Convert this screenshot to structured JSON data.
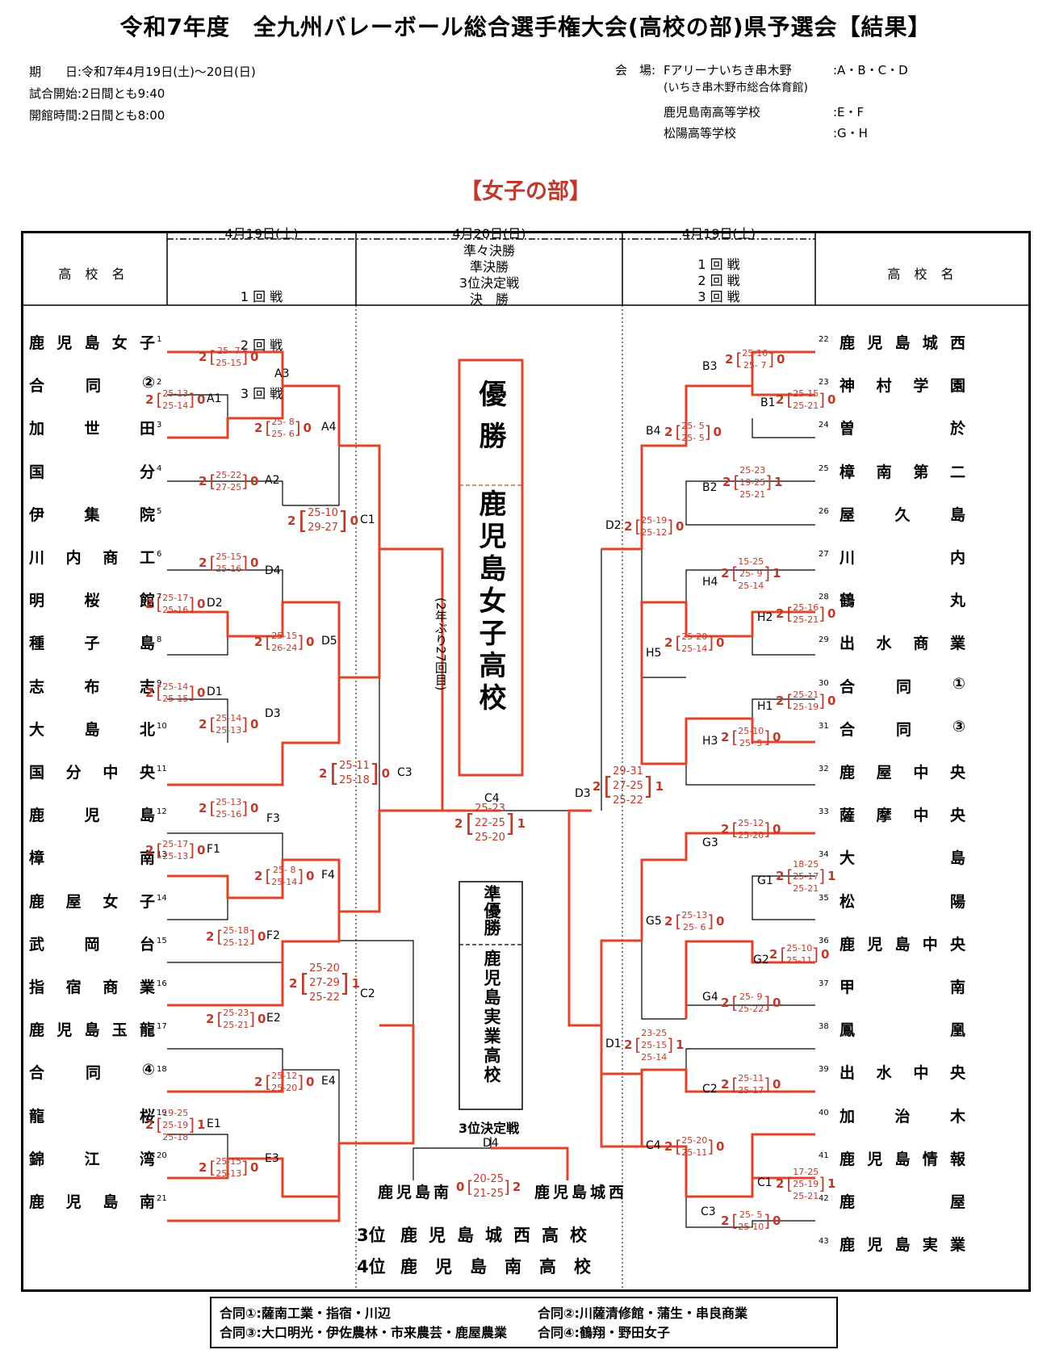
{
  "title": "令和7年度　全九州バレーボール総合選手権大会(高校の部)県予選会【結果】",
  "info_left": [
    "期　　日:令和7年4月19日(土)～20日(日)",
    "試合開始:2日間とも9:40",
    "開館時間:2日間とも8:00"
  ],
  "info_right": {
    "venue_label": "会　場:",
    "venues": [
      {
        "name": "Fアリーナいちき串木野",
        "sub": "(いちき串木野市総合体育館)",
        "courts": ":A・B・C・D"
      },
      {
        "name": "鹿児島南高等学校",
        "sub": "",
        "courts": ":E・F"
      },
      {
        "name": "松陽高等学校",
        "sub": "",
        "courts": ":G・H"
      }
    ]
  },
  "division": "【女子の部】",
  "header": {
    "school_label": "高 校 名",
    "day_left": "4月19日(土)",
    "day_center": "4月20日(日)",
    "day_right": "4月19日(土)",
    "rounds_side": [
      "1 回 戦",
      "2 回 戦",
      "3 回 戦"
    ],
    "rounds_center": [
      "準々決勝",
      "準決勝",
      "3位決定戦",
      "決　勝"
    ]
  },
  "left_schools": [
    {
      "seed": "1",
      "name": "鹿児島女子"
    },
    {
      "seed": "2",
      "name": "合同②"
    },
    {
      "seed": "3",
      "name": "加世田"
    },
    {
      "seed": "4",
      "name": "国分"
    },
    {
      "seed": "5",
      "name": "伊集院"
    },
    {
      "seed": "6",
      "name": "川内商工"
    },
    {
      "seed": "7",
      "name": "明桜館"
    },
    {
      "seed": "8",
      "name": "種子島"
    },
    {
      "seed": "9",
      "name": "志布志"
    },
    {
      "seed": "10",
      "name": "大島北"
    },
    {
      "seed": "11",
      "name": "国分中央"
    },
    {
      "seed": "12",
      "name": "鹿児島"
    },
    {
      "seed": "13",
      "name": "樟南"
    },
    {
      "seed": "14",
      "name": "鹿屋女子"
    },
    {
      "seed": "15",
      "name": "武岡台"
    },
    {
      "seed": "16",
      "name": "指宿商業"
    },
    {
      "seed": "17",
      "name": "鹿児島玉龍"
    },
    {
      "seed": "18",
      "name": "合同④"
    },
    {
      "seed": "19",
      "name": "龍桜"
    },
    {
      "seed": "20",
      "name": "錦江湾"
    },
    {
      "seed": "21",
      "name": "鹿児島南"
    }
  ],
  "right_schools": [
    {
      "seed": "22",
      "name": "鹿児島城西"
    },
    {
      "seed": "23",
      "name": "神村学園"
    },
    {
      "seed": "24",
      "name": "曽於"
    },
    {
      "seed": "25",
      "name": "樟南第二"
    },
    {
      "seed": "26",
      "name": "屋久島"
    },
    {
      "seed": "27",
      "name": "川内"
    },
    {
      "seed": "28",
      "name": "鶴丸"
    },
    {
      "seed": "29",
      "name": "出水商業"
    },
    {
      "seed": "30",
      "name": "合同①"
    },
    {
      "seed": "31",
      "name": "合同③"
    },
    {
      "seed": "32",
      "name": "鹿屋中央"
    },
    {
      "seed": "33",
      "name": "薩摩中央"
    },
    {
      "seed": "34",
      "name": "大島"
    },
    {
      "seed": "35",
      "name": "松陽"
    },
    {
      "seed": "36",
      "name": "鹿児島中央"
    },
    {
      "seed": "37",
      "name": "甲南"
    },
    {
      "seed": "38",
      "name": "鳳凰"
    },
    {
      "seed": "39",
      "name": "出水中央"
    },
    {
      "seed": "40",
      "name": "加治木"
    },
    {
      "seed": "41",
      "name": "鹿児島情報"
    },
    {
      "seed": "42",
      "name": "鹿屋"
    },
    {
      "seed": "43",
      "name": "鹿児島実業"
    }
  ],
  "matches": [
    {
      "id": "A3",
      "w": "2",
      "l": "0",
      "sets": [
        "25- 7",
        "25-15"
      ]
    },
    {
      "id": "A1",
      "w": "2",
      "l": "0",
      "sets": [
        "25-13",
        "25-14"
      ]
    },
    {
      "id": "A4",
      "w": "2",
      "l": "0",
      "sets": [
        "25- 8",
        "25- 6"
      ]
    },
    {
      "id": "A2",
      "w": "2",
      "l": "0",
      "sets": [
        "25-22",
        "27-25"
      ]
    },
    {
      "id": "C1",
      "w": "2",
      "l": "0",
      "sets": [
        "25-10",
        "29-27"
      ]
    },
    {
      "id": "D4",
      "w": "2",
      "l": "0",
      "sets": [
        "25-15",
        "25-16"
      ]
    },
    {
      "id": "D2",
      "w": "2",
      "l": "0",
      "sets": [
        "25-17",
        "25-16"
      ]
    },
    {
      "id": "D5",
      "w": "2",
      "l": "0",
      "sets": [
        "25-15",
        "26-24"
      ]
    },
    {
      "id": "D1",
      "w": "2",
      "l": "0",
      "sets": [
        "25-14",
        "25-15"
      ]
    },
    {
      "id": "D3",
      "w": "2",
      "l": "0",
      "sets": [
        "25-14",
        "25-13"
      ]
    },
    {
      "id": "C3",
      "w": "2",
      "l": "0",
      "sets": [
        "25-11",
        "25-18"
      ]
    },
    {
      "id": "F3",
      "w": "2",
      "l": "0",
      "sets": [
        "25-13",
        "25-16"
      ]
    },
    {
      "id": "F1",
      "w": "2",
      "l": "0",
      "sets": [
        "25-17",
        "25-13"
      ]
    },
    {
      "id": "F4",
      "w": "2",
      "l": "0",
      "sets": [
        "25- 8",
        "25-14"
      ]
    },
    {
      "id": "F2",
      "w": "2",
      "l": "0",
      "sets": [
        "25-18",
        "25-12"
      ]
    },
    {
      "id": "C2",
      "w": "2",
      "l": "1",
      "sets": [
        "25-20",
        "27-29",
        "25-22"
      ]
    },
    {
      "id": "E2",
      "w": "2",
      "l": "0",
      "sets": [
        "25-23",
        "25-21"
      ]
    },
    {
      "id": "E4",
      "w": "2",
      "l": "0",
      "sets": [
        "25-12",
        "25-20"
      ]
    },
    {
      "id": "E1",
      "w": "2",
      "l": "1",
      "sets": [
        "19-25",
        "25-19",
        "25-18"
      ]
    },
    {
      "id": "E3",
      "w": "2",
      "l": "0",
      "sets": [
        "25-15",
        "25-13"
      ]
    },
    {
      "id": "B3",
      "w": "2",
      "l": "0",
      "sets": [
        "25-10",
        "25- 7"
      ]
    },
    {
      "id": "B1",
      "w": "2",
      "l": "0",
      "sets": [
        "25-15",
        "25-21"
      ]
    },
    {
      "id": "B4",
      "w": "2",
      "l": "0",
      "sets": [
        "25- 5",
        "25- 5"
      ]
    },
    {
      "id": "B2",
      "w": "2",
      "l": "1",
      "sets": [
        "25-23",
        "19-25",
        "25-21"
      ]
    },
    {
      "id": "D2R",
      "label": "D2",
      "w": "2",
      "l": "0",
      "sets": [
        "25-19",
        "25-12"
      ]
    },
    {
      "id": "H4",
      "w": "2",
      "l": "1",
      "sets": [
        "15-25",
        "25- 9",
        "25-14"
      ]
    },
    {
      "id": "H2",
      "w": "2",
      "l": "0",
      "sets": [
        "25-16",
        "25-21"
      ]
    },
    {
      "id": "H5",
      "w": "2",
      "l": "0",
      "sets": [
        "25-20",
        "25-14"
      ]
    },
    {
      "id": "H1",
      "w": "2",
      "l": "0",
      "sets": [
        "25-21",
        "25-19"
      ]
    },
    {
      "id": "H3",
      "w": "2",
      "l": "0",
      "sets": [
        "25-10",
        "25- 5"
      ]
    },
    {
      "id": "D3R",
      "label": "D3",
      "w": "2",
      "l": "1",
      "sets": [
        "29-31",
        "27-25",
        "25-22"
      ]
    },
    {
      "id": "G3",
      "w": "2",
      "l": "0",
      "sets": [
        "25-12",
        "25-20"
      ]
    },
    {
      "id": "G1",
      "w": "2",
      "l": "1",
      "sets": [
        "18-25",
        "25-17",
        "25-21"
      ]
    },
    {
      "id": "G5",
      "w": "2",
      "l": "0",
      "sets": [
        "25-13",
        "25- 6"
      ]
    },
    {
      "id": "G2",
      "w": "2",
      "l": "0",
      "sets": [
        "25-10",
        "25-11"
      ]
    },
    {
      "id": "G4",
      "w": "2",
      "l": "0",
      "sets": [
        "25- 9",
        "25-22"
      ]
    },
    {
      "id": "D1R",
      "label": "D1",
      "w": "2",
      "l": "1",
      "sets": [
        "23-25",
        "25-15",
        "25-14"
      ]
    },
    {
      "id": "C2R",
      "label": "C2",
      "w": "2",
      "l": "0",
      "sets": [
        "25-11",
        "25-17"
      ]
    },
    {
      "id": "C4R",
      "label": "C4",
      "w": "2",
      "l": "0",
      "sets": [
        "25-20",
        "25-11"
      ]
    },
    {
      "id": "C1R",
      "label": "C1",
      "w": "2",
      "l": "1",
      "sets": [
        "17-25",
        "25-19",
        "25-21"
      ]
    },
    {
      "id": "C3R",
      "label": "C3",
      "w": "2",
      "l": "0",
      "sets": [
        "25- 5",
        "25-10"
      ]
    },
    {
      "id": "C4",
      "w": "2",
      "l": "1",
      "sets": [
        "25-23",
        "22-25",
        "25-20"
      ]
    }
  ],
  "champion": {
    "label": "優勝",
    "name": "鹿児島女子高校",
    "note": "(2年ぶり27回目)"
  },
  "runner_up": {
    "label": "準優勝",
    "name": "鹿児島実業高校"
  },
  "third_place_match": {
    "label": "3位決定戦",
    "court": "D4",
    "left": "鹿児島南",
    "right": "鹿児島城西",
    "left_sets": "0",
    "right_sets": "2",
    "sets": [
      "20-25",
      "21-25"
    ]
  },
  "standings": [
    {
      "place": "3位",
      "name": "鹿児島城西高校"
    },
    {
      "place": "4位",
      "name": "鹿児島南高校"
    }
  ],
  "footnotes": [
    "合同①:薩南工業・指宿・川辺",
    "合同②:川薩清修館・蒲生・串良商業",
    "合同③:大口明光・伊佐農林・市来農芸・鹿屋農業",
    "合同④:鶴翔・野田女子"
  ]
}
